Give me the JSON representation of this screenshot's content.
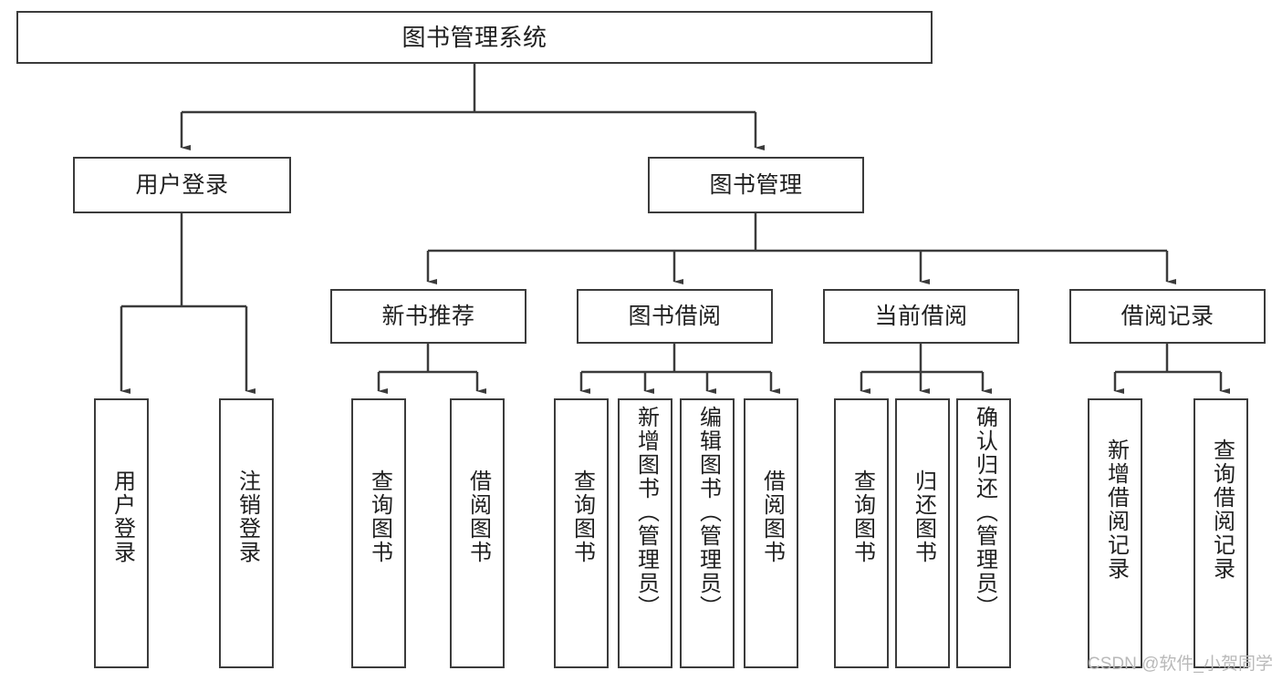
{
  "diagram": {
    "title": "图书管理系统",
    "type": "hierarchy-tree",
    "background_color": "#ffffff",
    "border_color": "#3b3b3b",
    "text_color": "#1f1f1f"
  },
  "nodes": {
    "root": {
      "label": "图书管理系统"
    },
    "level1": [
      {
        "label": "用户登录"
      },
      {
        "label": "图书管理"
      }
    ],
    "level2": [
      {
        "label": "新书推荐"
      },
      {
        "label": "图书借阅"
      },
      {
        "label": "当前借阅"
      },
      {
        "label": "借阅记录"
      }
    ],
    "leaves_user_login": [
      {
        "label": "用户登录"
      },
      {
        "label": "注销登录"
      }
    ],
    "leaves_new_book": [
      {
        "label": "查询图书"
      },
      {
        "label": "借阅图书"
      }
    ],
    "leaves_borrow": [
      {
        "label": "查询图书"
      },
      {
        "label": "新增图书（管理员）"
      },
      {
        "label": "编辑图书（管理员）"
      },
      {
        "label": "借阅图书"
      }
    ],
    "leaves_current": [
      {
        "label": "查询图书"
      },
      {
        "label": "归还图书"
      },
      {
        "label": "确认归还（管理员）"
      }
    ],
    "leaves_records": [
      {
        "label": "新增借阅记录"
      },
      {
        "label": "查询借阅记录"
      }
    ]
  },
  "watermark": {
    "text": "CSDN @软件_小贺同学"
  }
}
